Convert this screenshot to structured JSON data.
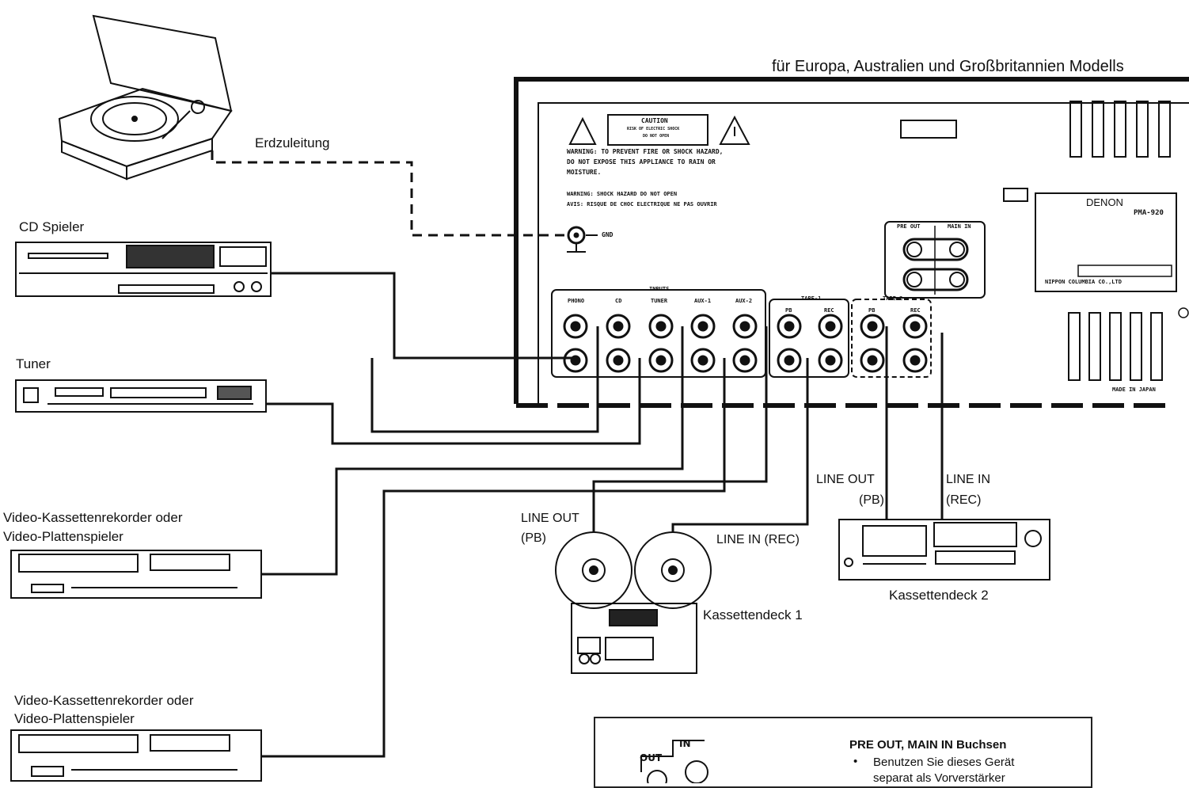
{
  "header": {
    "models_note": "für Europa, Australien und Großbritannien Modells"
  },
  "devices": {
    "ground_lead": "Erdzuleitung",
    "cd_player": "CD Spieler",
    "tuner": "Tuner",
    "vcr1_line1": "Video-Kassettenrekorder oder",
    "vcr1_line2": "Video-Plattenspieler",
    "vcr2_line1": "Video-Kassettenrekorder oder",
    "vcr2_line2": "Video-Plattenspieler",
    "deck1": "Kassettendeck 1",
    "deck2": "Kassettendeck 2"
  },
  "connections": {
    "deck1_out_1": "LINE OUT",
    "deck1_out_2": "(PB)",
    "deck1_in": "LINE IN (REC)",
    "deck2_out_1": "LINE OUT",
    "deck2_out_2": "(PB)",
    "deck2_in_1": "LINE IN",
    "deck2_in_2": "(REC)"
  },
  "amplifier_panel": {
    "caution_title": "CAUTION",
    "caution_line1": "RISK OF ELECTRIC SHOCK",
    "caution_line2": "DO NOT OPEN",
    "warning1_line1": "WARNING: TO PREVENT FIRE OR SHOCK HAZARD,",
    "warning1_line2": "DO NOT EXPOSE THIS APPLIANCE TO RAIN OR",
    "warning1_line3": "MOISTURE.",
    "warning2_line1": "WARNING: SHOCK HAZARD DO NOT OPEN",
    "warning2_line2": "AVIS: RISQUE DE CHOC ELECTRIQUE NE PAS OUVRIR",
    "gnd": "GND",
    "inputs_header": "INPUTS",
    "jacks": [
      "PHONO",
      "CD",
      "TUNER",
      "AUX-1",
      "AUX-2",
      "PB",
      "REC",
      "PB",
      "REC"
    ],
    "tape1": "TAPE-1",
    "tape2": "TAPE-2",
    "pre_out": "PRE OUT",
    "main_in": "MAIN IN",
    "brand": "DENON",
    "model": "PMA-920",
    "maker": "NIPPON COLUMBIA CO.,LTD",
    "made_in": "MADE IN JAPAN"
  },
  "note": {
    "title": "PRE OUT, MAIN IN Buchsen",
    "line1": "Benutzen Sie dieses Gerät",
    "line2": "separat als Vorverstärker",
    "inset_out": "OUT",
    "inset_in": "IN"
  }
}
